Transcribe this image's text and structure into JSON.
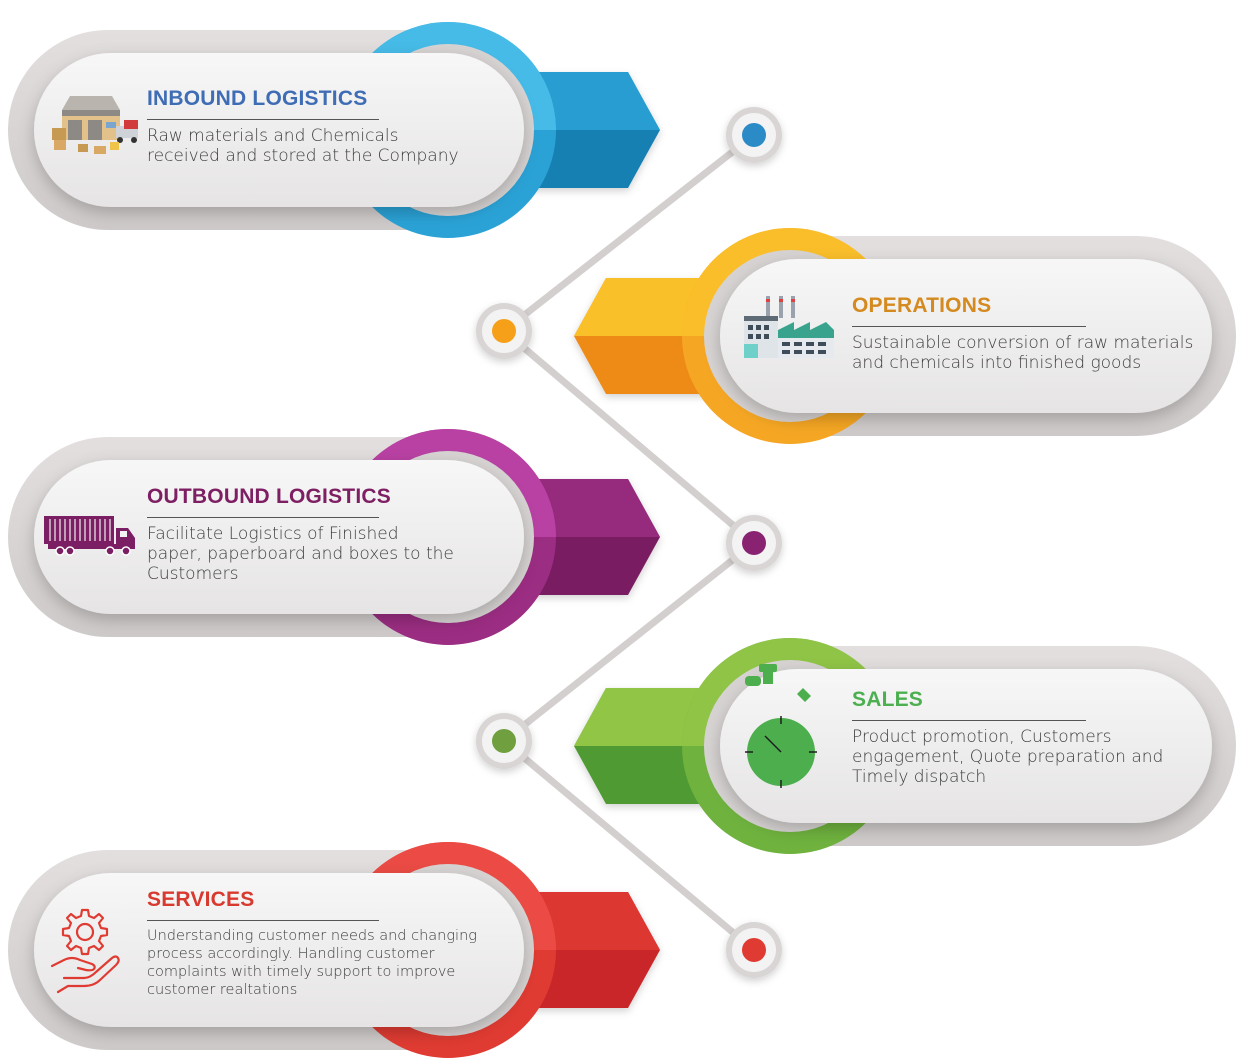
{
  "stages": [
    {
      "id": "inbound",
      "title": "INBOUND LOGISTICS",
      "description": "Raw materials and Chemicals received and stored at the Company",
      "color": "#2aa2d6",
      "color_light": "#52c6f0",
      "color_dark": "#1680b3",
      "title_color": "#3f6db5",
      "icon": "warehouse-icon"
    },
    {
      "id": "operations",
      "title": "OPERATIONS",
      "description": "Sustainable conversion of raw materials and chemicals into finished goods",
      "color": "#f5a623",
      "color_light": "#fcc92d",
      "color_dark": "#ee8a15",
      "title_color": "#d48a1e",
      "icon": "factory-icon"
    },
    {
      "id": "outbound",
      "title": "OUTBOUND LOGISTICS",
      "description": "Facilitate Logistics of Finished paper, paperboard and boxes to the Customers",
      "color": "#9b2d82",
      "color_light": "#c54ab0",
      "color_dark": "#7a1f62",
      "title_color": "#7d1f62",
      "icon": "truck-icon"
    },
    {
      "id": "sales",
      "title": "SALES",
      "description": "Product promotion, Customers engagement, Quote preparation and Timely dispatch",
      "color": "#6fb23e",
      "color_light": "#9ccc4a",
      "color_dark": "#4f9a33",
      "title_color": "#4caf50",
      "icon": "stopwatch-icon"
    },
    {
      "id": "services",
      "title": "SERVICES",
      "description": "Understanding customer needs and changing process accordingly. Handling customer complaints with timely support to improve customer realtations",
      "color": "#e03b32",
      "color_light": "#f0524b",
      "color_dark": "#c9262a",
      "title_color": "#d83a2f",
      "icon": "gear-hand-icon"
    }
  ],
  "connector_dots": [
    {
      "color": "#2a8bc7"
    },
    {
      "color": "#f6a01a"
    },
    {
      "color": "#8a2272"
    },
    {
      "color": "#6f9f3f"
    },
    {
      "color": "#e03b32"
    }
  ]
}
